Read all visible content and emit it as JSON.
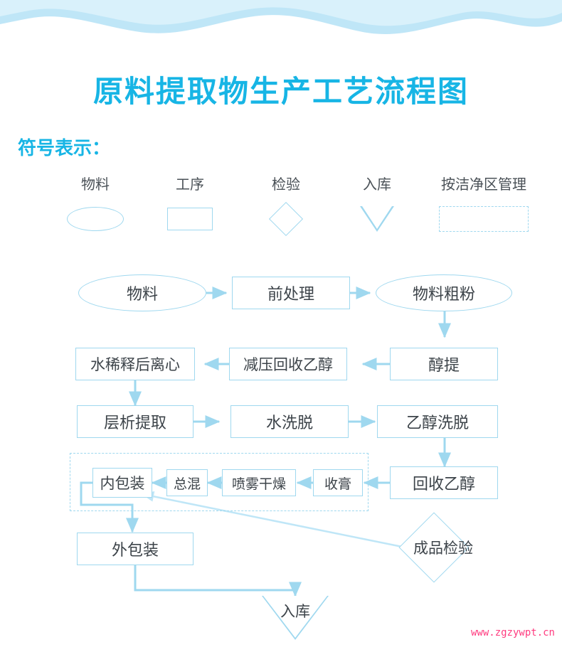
{
  "title": "原料提取物生产工艺流程图",
  "legend": {
    "heading": "符号表示：",
    "items": [
      {
        "label": "物料",
        "shape": "ellipse"
      },
      {
        "label": "工序",
        "shape": "rect"
      },
      {
        "label": "检验",
        "shape": "diamond"
      },
      {
        "label": "入库",
        "shape": "triangle"
      },
      {
        "label": "按洁净区管理",
        "shape": "dashed-rect"
      }
    ]
  },
  "flow": {
    "nodes": [
      {
        "id": "n1",
        "label": "物料",
        "shape": "ellipse"
      },
      {
        "id": "n2",
        "label": "前处理",
        "shape": "rect"
      },
      {
        "id": "n3",
        "label": "物料粗粉",
        "shape": "ellipse"
      },
      {
        "id": "n4",
        "label": "醇提",
        "shape": "rect"
      },
      {
        "id": "n5",
        "label": "减压回收乙醇",
        "shape": "rect"
      },
      {
        "id": "n6",
        "label": "水稀释后离心",
        "shape": "rect"
      },
      {
        "id": "n7",
        "label": "层析提取",
        "shape": "rect"
      },
      {
        "id": "n8",
        "label": "水洗脱",
        "shape": "rect"
      },
      {
        "id": "n9",
        "label": "乙醇洗脱",
        "shape": "rect"
      },
      {
        "id": "n10",
        "label": "回收乙醇",
        "shape": "rect"
      },
      {
        "id": "n11",
        "label": "收膏",
        "shape": "rect"
      },
      {
        "id": "n12",
        "label": "喷雾干燥",
        "shape": "rect"
      },
      {
        "id": "n13",
        "label": "总混",
        "shape": "rect"
      },
      {
        "id": "n14",
        "label": "内包装",
        "shape": "rect"
      },
      {
        "id": "n15",
        "label": "外包装",
        "shape": "rect"
      },
      {
        "id": "n16",
        "label": "成品检验",
        "shape": "diamond"
      },
      {
        "id": "n17",
        "label": "入库",
        "shape": "triangle"
      }
    ]
  },
  "watermark": "www.zgzywpt.cn",
  "colors": {
    "accent": "#17b5e5",
    "line": "#9fd8ef",
    "text": "#3c4349",
    "watermark": "#ff3b7f"
  }
}
